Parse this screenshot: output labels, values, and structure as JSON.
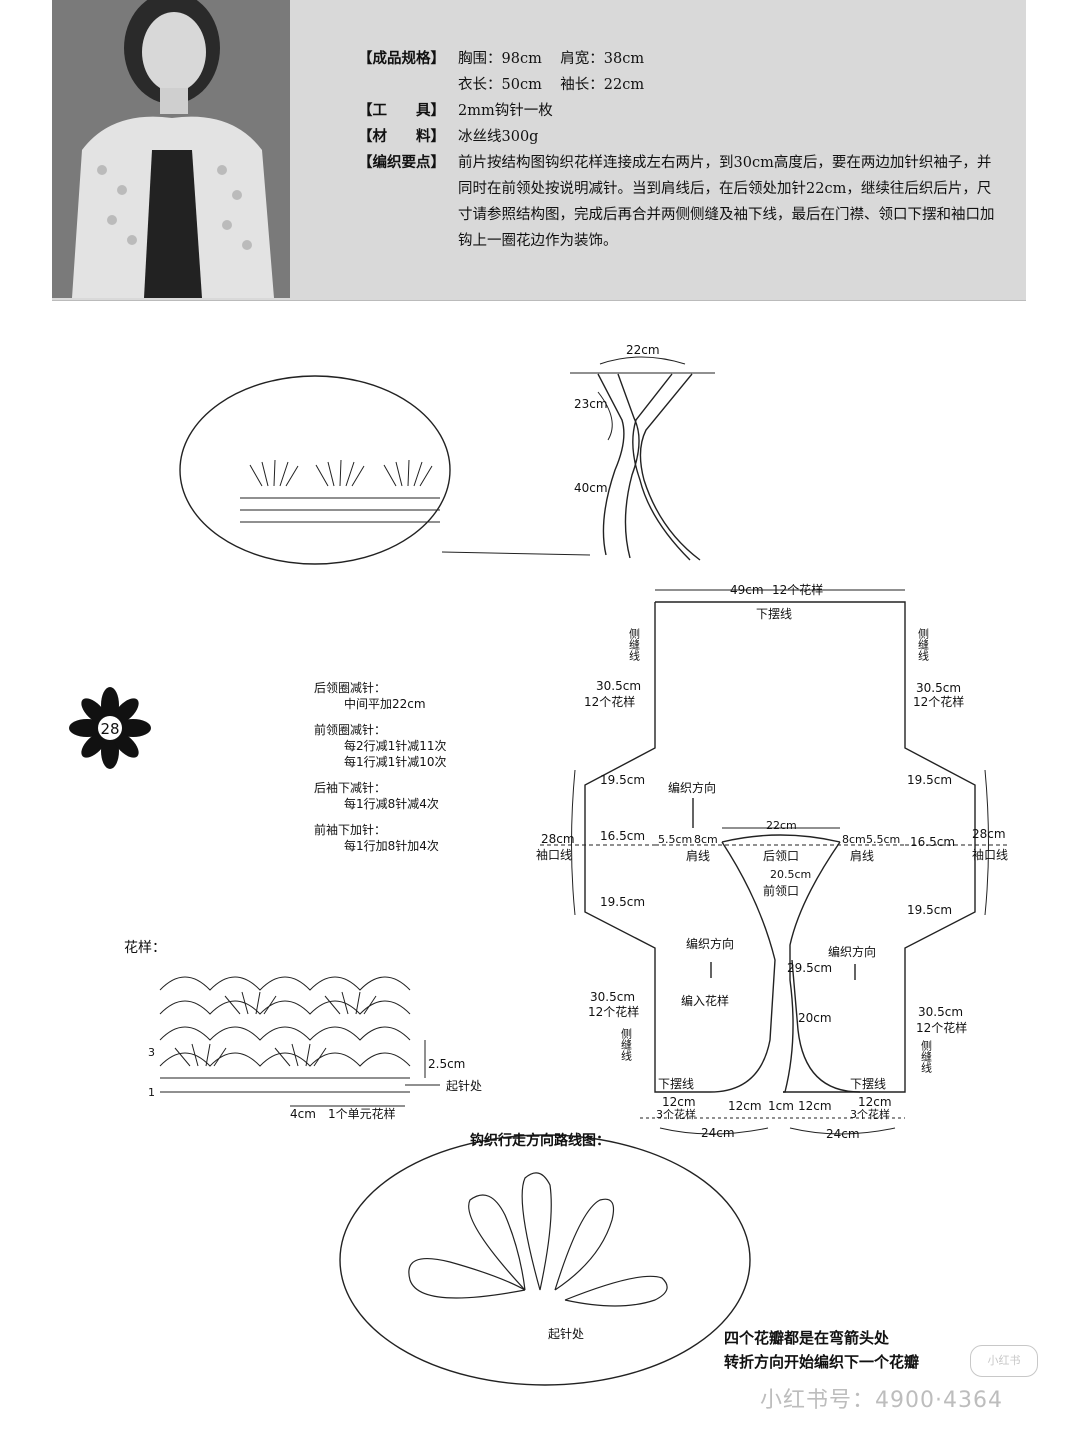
{
  "specs": {
    "spec_label": "【成品规格】",
    "bust": "胸围：98cm",
    "shoulder": "肩宽：38cm",
    "length": "衣长：50cm",
    "sleeve": "袖长：22cm",
    "tool_label": "【工　　具】",
    "tool": "2mm钩针一枚",
    "material_label": "【材　　料】",
    "material": "冰丝线300g",
    "notes_label": "【编织要点】",
    "notes": "前片按结构图钩织花样连接成左右两片，到30cm高度后，要在两边加针织袖子，并同时在前领处按说明减针。当到肩线后，在后领处加针22cm，继续往后织后片，尺寸请参照结构图，完成后再合并两侧侧缝及袖下线，最后在门襟、领口下摆和袖口加钩上一圈花边作为装饰。"
  },
  "collar": {
    "top": "22cm",
    "mid": "23cm",
    "low": "40cm"
  },
  "badge": "28",
  "instructions": {
    "back_neck_title": "后领圈减针：",
    "back_neck_1": "中间平加22cm",
    "front_neck_title": "前领圈减针：",
    "front_neck_1": "每2行减1针减11次",
    "front_neck_2": "每1行减1针减10次",
    "back_sleeve_title": "后袖下减针：",
    "back_sleeve_1": "每1行减8针减4次",
    "front_sleeve_title": "前袖下加针：",
    "front_sleeve_1": "每1行加8针加4次"
  },
  "schematic": {
    "top_width": "49cm",
    "top_motifs": "12个花样",
    "hem_line": "下摆线",
    "side_seam": "侧缝线",
    "upper_h": "30.5cm",
    "motifs12": "12个花样",
    "sleeve_a": "19.5cm",
    "sleeve_b": "16.5cm",
    "sleeve_c": "19.5cm",
    "cuff": "28cm",
    "cuff_line": "袖口线",
    "direction": "编织方向",
    "shoulder_w1": "5.5cm",
    "shoulder_w2": "8cm",
    "shoulder_line": "肩线",
    "neck_top": "22cm",
    "back_neck": "后领口",
    "neck_depth": "20.5cm",
    "front_neck": "前领口",
    "lower_h": "30.5cm",
    "front_open": "29.5cm",
    "front_curve": "20cm",
    "into_pattern": "编入花样",
    "bottom_12": "12cm",
    "bottom_3": "3个花样",
    "bottom_1": "1cm",
    "bottom_24": "24cm"
  },
  "pattern": {
    "title": "花样：",
    "height": "2.5cm",
    "start": "起针处",
    "unit_w": "4cm",
    "unit": "1个单元花样",
    "row1": "1",
    "row3": "3"
  },
  "route": {
    "title": "钩织行走方向路线图：",
    "start": "起针处"
  },
  "bottom_note": {
    "line1": "四个花瓣都是在弯箭头处",
    "line2": "转折方向开始编织下一个花瓣"
  },
  "watermark": {
    "text": "小红书号：4900·4364",
    "badge": "小红书"
  }
}
